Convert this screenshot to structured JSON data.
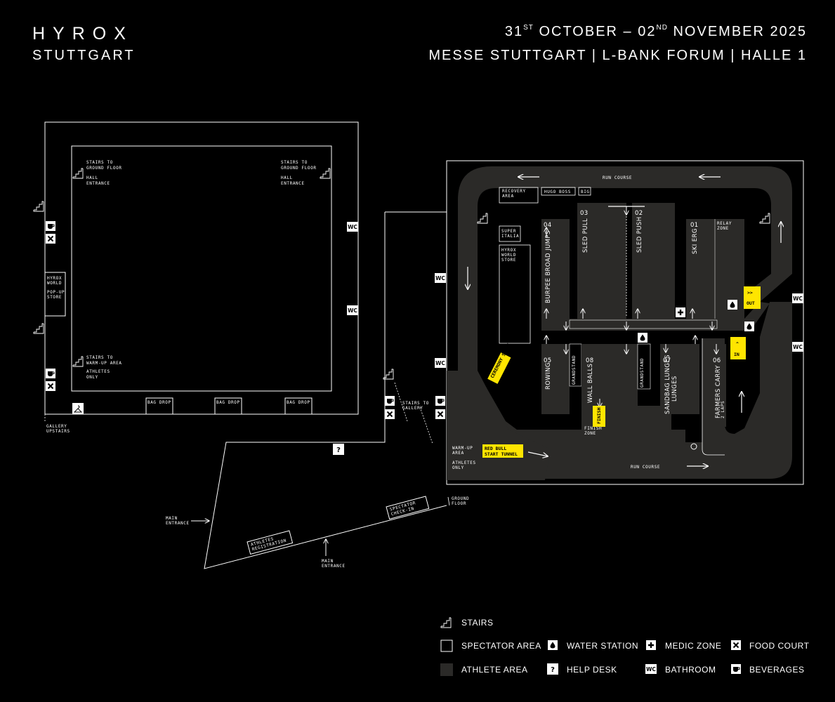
{
  "header": {
    "brand": "HYROX",
    "city": "STUTTGART",
    "date_part1": "31",
    "date_sup1": "ST",
    "date_part2": " OCTOBER – 02",
    "date_sup2": "ND",
    "date_part3": " NOVEMBER 2025",
    "venue": "MESSE STUTTGART | L-BANK FORUM | HALLE 1"
  },
  "colors": {
    "background": "#000000",
    "athlete_area": "#2b2a28",
    "highlight": "#ffe500",
    "line": "#ffffff"
  },
  "left_hall": {
    "stairs_ground_left": [
      "STAIRS TO",
      "GROUND FLOOR"
    ],
    "hall_entrance_left": [
      "HALL",
      "ENTRANCE"
    ],
    "stairs_ground_right": [
      "STAIRS TO",
      "GROUND FLOOR"
    ],
    "hall_entrance_right": [
      "HALL",
      "ENTRANCE"
    ],
    "stairs_warmup": [
      "STAIRS TO",
      "WARM-UP AREA"
    ],
    "athletes_only": [
      "ATHLETES",
      "ONLY"
    ],
    "store": [
      "HYROX",
      "WORLD",
      "",
      "POP-UP",
      "STORE"
    ],
    "bag_drops": [
      "BAG DROP",
      "BAG DROP",
      "BAG DROP"
    ],
    "gallery_upstairs": [
      "GALLERY",
      "UPSTAIRS"
    ]
  },
  "connector": {
    "stairs_gallery": [
      "STAIRS TO",
      "GALLERY"
    ],
    "main_entrance_left": [
      "MAIN",
      "ENTRANCE"
    ],
    "main_entrance_bottom": [
      "MAIN",
      "ENTRANCE"
    ],
    "athletes_registration": [
      "ATHLETES",
      "REGISTRATION"
    ],
    "spectator_checkin": [
      "SPECTATOR",
      "CHECK-IN"
    ],
    "ground_floor": [
      "GROUND",
      "FLOOR"
    ],
    "warmup_area": [
      "WARM-UP",
      "AREA"
    ],
    "athletes_only": [
      "ATHLETES",
      "ONLY"
    ]
  },
  "right_hall": {
    "run_course_top": "RUN COURSE",
    "run_course_bottom": "RUN COURSE",
    "recovery_area": [
      "RECOVERY",
      "AREA"
    ],
    "hugo_boss": "HUGO BOSS",
    "big": "BIG",
    "super_italia": [
      "SUPER",
      "ITALIA"
    ],
    "world_store": [
      "HYROX",
      "WORLD",
      "STORE"
    ],
    "relay_zone": [
      "RELAY",
      "ZONE"
    ],
    "ceremony_stage": "CEREMONY STAGE",
    "start_tunnel": [
      "RED BULL",
      "START TUNNEL"
    ],
    "finish": "FINISH",
    "finish_zone": [
      "FINISH",
      "ZONE"
    ],
    "grandstand": "GRANDSTAND",
    "out": [
      ">>",
      "OUT"
    ],
    "in": [
      "^",
      "IN"
    ],
    "laps_note": "2 LAPS",
    "stations": [
      {
        "num": "01",
        "name": "SKI ERG"
      },
      {
        "num": "02",
        "name": "SLED PUSH"
      },
      {
        "num": "03",
        "name": "SLED PULL"
      },
      {
        "num": "04",
        "name": "BURPEE BROAD JUMPS"
      },
      {
        "num": "05",
        "name": "ROWING"
      },
      {
        "num": "06",
        "name": "FARMERS CARRY"
      },
      {
        "num": "07",
        "name": "SANDBAG LUNGES"
      },
      {
        "num": "08",
        "name": "WALL BALLS"
      }
    ]
  },
  "icons": {
    "bathroom": "WC",
    "help": "?",
    "beverages_icon": "cup-icon",
    "food_icon": "fork-knife-icon",
    "water_icon": "drop-icon",
    "medic_icon": "plus-icon",
    "stairs_icon": "stairs-icon",
    "cloakroom_icon": "hanger-icon"
  },
  "legend": {
    "stairs": "STAIRS",
    "spectator_area": "SPECTATOR AREA",
    "athlete_area": "ATHLETE AREA",
    "water_station": "WATER STATION",
    "help_desk": "HELP DESK",
    "medic_zone": "MEDIC ZONE",
    "bathroom": "BATHROOM",
    "food_court": "FOOD COURT",
    "beverages": "BEVERAGES"
  }
}
